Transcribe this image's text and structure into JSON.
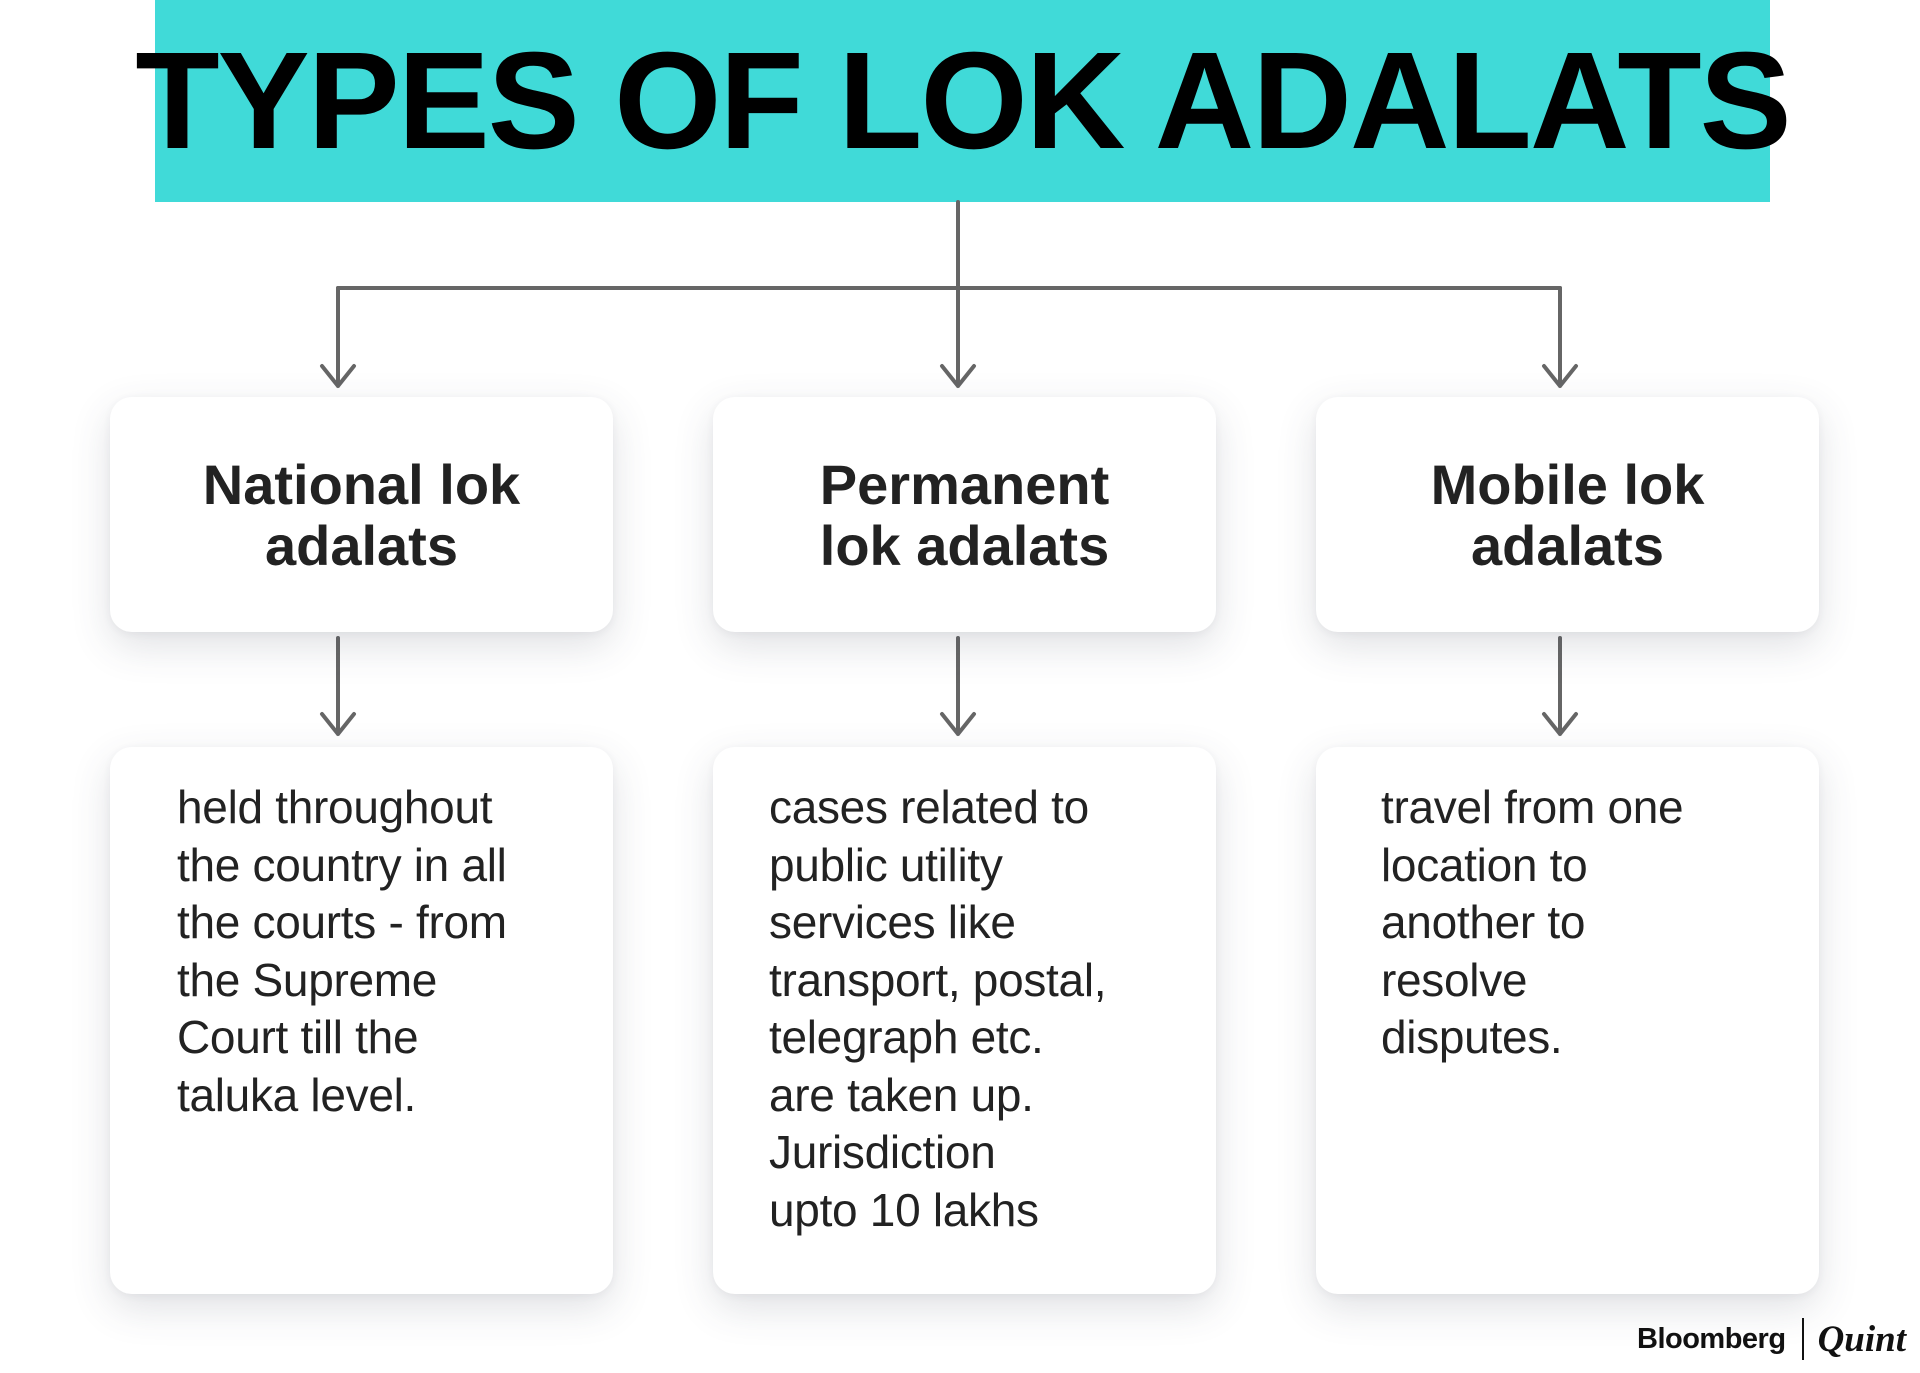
{
  "title": "TYPES OF LOK ADALATS",
  "colors": {
    "banner": "#40dad8",
    "connector": "#666666",
    "text": "#222222"
  },
  "types": [
    {
      "title": "National lok\nadalats",
      "description": "held throughout\nthe country in all\nthe courts - from\nthe Supreme\nCourt till the\ntaluka level."
    },
    {
      "title": "Permanent\nlok adalats",
      "description": "cases related to\npublic utility\nservices like\ntransport, postal,\ntelegraph etc.\nare taken up.\nJurisdiction\nupto 10 lakhs"
    },
    {
      "title": "Mobile lok\nadalats",
      "description": "travel from one\nlocation to\nanother to\nresolve\ndisputes."
    }
  ],
  "brand": {
    "primary": "Bloomberg",
    "secondary": "Quint"
  }
}
